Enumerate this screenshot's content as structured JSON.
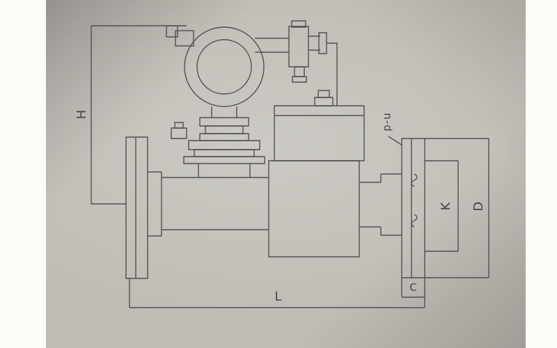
{
  "drawing": {
    "type": "technical-dimension-drawing",
    "labels": {
      "H": "H",
      "n_d": "n-d",
      "K": "K",
      "D": "D",
      "C": "C",
      "L": "L"
    },
    "colors": {
      "paper": "#bfbcb5",
      "page_margin": "#fbfbf8",
      "line": "#514f50",
      "label_text": "#434347"
    }
  }
}
